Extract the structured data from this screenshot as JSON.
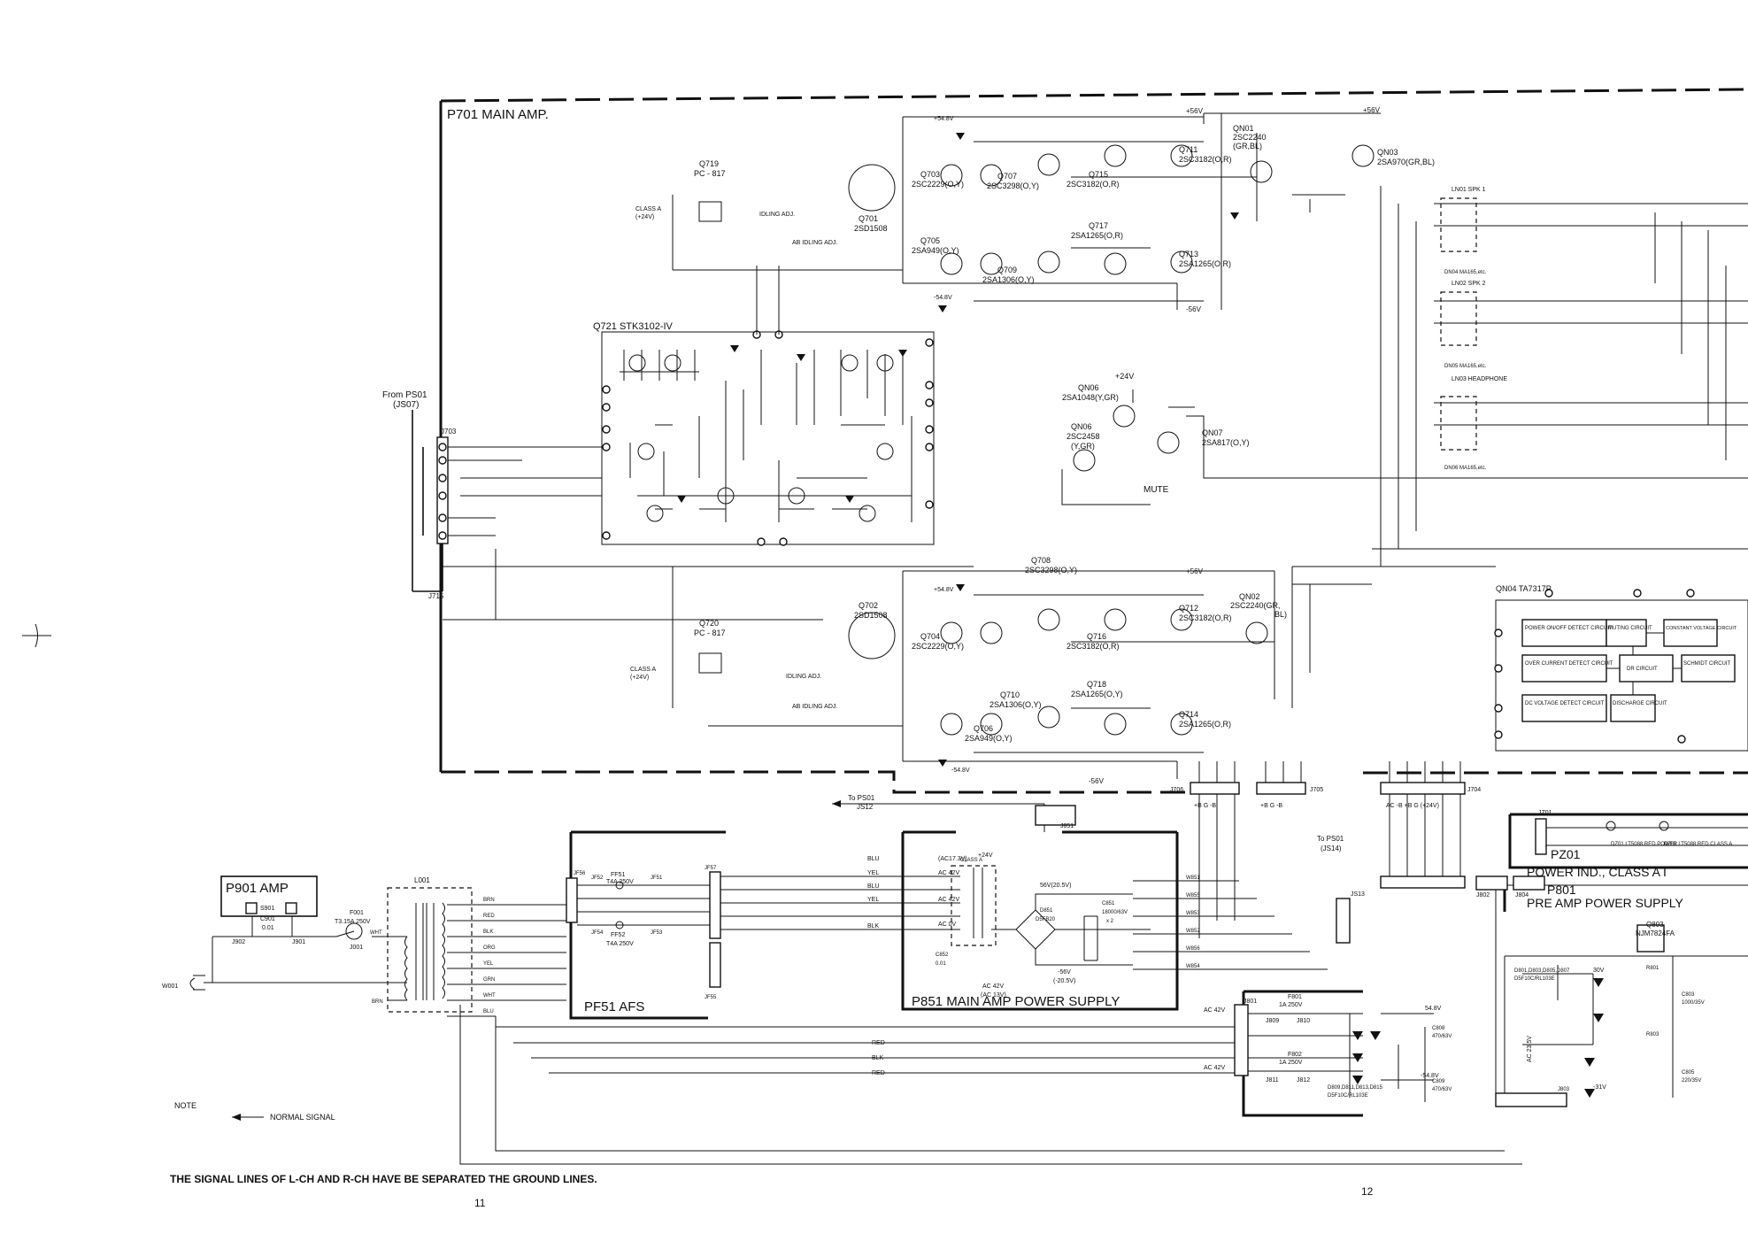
{
  "header": {
    "main_amp": "P701   MAIN AMP.",
    "from_ps01": "From PS01",
    "js07": "(JS07)"
  },
  "ic": {
    "q721": "Q721  STK3102-IV"
  },
  "transistors": {
    "q719": "Q719",
    "q719_type": "PC - 817",
    "q720": "Q720",
    "q720_type": "PC - 817",
    "q701": "Q701",
    "q701_type": "2SD1508",
    "q702": "Q702",
    "q702_type": "2SD1508",
    "q703": "Q703",
    "q703_type": "2SC2229(O,Y)",
    "q704": "Q704",
    "q704_type": "2SC2229(O,Y)",
    "q705": "Q705",
    "q705_type": "2SA949(O,Y)",
    "q706": "Q706",
    "q706_type": "2SA949(O,Y)",
    "q707": "Q707",
    "q707_type": "2SC3298(O,Y)",
    "q708": "Q708",
    "q708_type": "2SC3298(O,Y)",
    "q709": "Q709",
    "q709_type": "2SA1306(O,Y)",
    "q710": "Q710",
    "q710_type": "2SA1306(O,Y)",
    "q711": "Q711",
    "q711_type": "2SC3182(O,R)",
    "q712": "Q712",
    "q712_type": "2SC3182(O,R)",
    "q713": "Q713",
    "q713_type": "2SA1265(O,R)",
    "q714": "Q714",
    "q714_type": "2SA1265(O,R)",
    "q715": "Q715",
    "q715_type": "2SC3182(O,R)",
    "q716": "Q716",
    "q716_type": "2SC3182(O,R)",
    "q717": "Q717",
    "q717_type": "2SA1265(O,R)",
    "q718": "Q718",
    "q718_type": "2SA1265(O,Y)",
    "qn01": "QN01",
    "qn01_type": "2SC2240",
    "qn01_sub": "(GR,BL)",
    "qn02": "QN02",
    "qn02_type": "2SC2240(GR,",
    "qn02_sub": "BL)",
    "qn03": "QN03",
    "qn03_type": "2SA970(GR,BL)",
    "qn04": "QN04  TA7317P",
    "qn06a": "QN06",
    "qn06a_type": "2SA1048(Y,GR)",
    "qn06b": "QN06",
    "qn06b_type": "2SC2458",
    "qn06b_sub": "(Y,GR)",
    "qn07": "QN07",
    "qn07_type": "2SA817(O,Y)",
    "mute": "MUTE"
  },
  "rails": {
    "p56v": "+56V",
    "m56v": "-56V",
    "p54_8v": "+54.8V",
    "m54_8v": "-54.8V",
    "p24v": "+24V",
    "class_a": "CLASS A",
    "class_a_24": "(+24V)",
    "idling_adj": "IDLING ADJ.",
    "ab_idling": "AB IDLING ADJ."
  },
  "qn04_blocks": [
    "POWER ON/OFF DETECT CIRCUIT",
    "MUTING CIRCUIT",
    "CONSTANT VOLTAGE CIRCUIT",
    "OVER CURRENT DETECT CIRCUIT",
    "DR CIRCUIT",
    "SCHMIDT CIRCUIT",
    "DC VOLTAGE DETECT CIRCUIT",
    "DISCHARGE CIRCUIT"
  ],
  "outputs": {
    "ln01": "LN01  SPK 1",
    "ln02": "LN02  SPK 2",
    "ln03": "LN03  HEADPHONE",
    "dn04": "DN04  MA165,etc.",
    "dn05": "DN05  MA165,etc.",
    "dn06": "DN06  MA165,etc."
  },
  "connectors": {
    "j703": "J703",
    "j715": "J715",
    "j706": "J706",
    "j705": "J705",
    "j704": "J704",
    "j706_pins": "+B  G  -B",
    "j705_pins": "+B  G  -B",
    "j704_pins": "AC  -B  +B  G  (+24V)",
    "to_ps01_js12": "To PS01",
    "js12": "JS12",
    "to_ps01_js14": "To PS01",
    "js14": "(JS14)",
    "js13": "JS13",
    "j802": "J802",
    "j804": "J804",
    "j803": "J803",
    "jz01": "JZ01",
    "j851": "J851",
    "jf56": "JF56",
    "jf57": "JF57",
    "jf55": "JF55"
  },
  "power_boards": {
    "p901": "P901   AMP",
    "pf51": "PF51   AFS",
    "p851": "P851  MAIN AMP POWER SUPPLY",
    "pz01": "PZ01",
    "pz01_desc": "POWER IND., CLASS A I",
    "p801": "P801",
    "p801_desc": "PRE AMP POWER SUPPLY",
    "q803": "Q803",
    "q803_type": "NJM7824FA",
    "dz01": "DZ01 LT5088 RED POWER",
    "dz02": "DZ02 LT5088 RED CLASS A"
  },
  "transformer": {
    "l001": "L001",
    "f001": "F001",
    "f001_rating": "T3.15A 250V",
    "wires_left": [
      "BRN",
      "RED",
      "BLK",
      "ORG",
      "YEL",
      "GRN",
      "WHT",
      "BLU"
    ],
    "wht": "WHT",
    "brn": "BRN",
    "w001": "W001",
    "j001": "J001",
    "j902": "J902",
    "j901": "J901",
    "s901": "S901",
    "c901": "C901",
    "c901_val": "0.01"
  },
  "afs_fuses": {
    "ff51": "FF51",
    "ff51_val": "T4A 250V",
    "ff52": "FF52",
    "ff52_val": "T4A 250V",
    "jf51": "JF51",
    "jf52": "JF52",
    "jf53": "JF53",
    "jf54": "JF54"
  },
  "supply_wires": {
    "blu": "BLU",
    "yel": "YEL",
    "blk": "BLK",
    "ac17": "(AC17.3V)",
    "ac42a": "AC 42V",
    "ac42b": "AC 42V",
    "ac0": "AC 0V",
    "w851": "W851",
    "w855": "W855",
    "w853": "W853",
    "w852": "W852",
    "w856": "W856",
    "w854": "W854",
    "d851": "D851",
    "d851_type": "D5FB20",
    "c851": "C851",
    "c851_val": "18000/63V",
    "c851_x2": "x 2",
    "c852": "C852",
    "c852_val": "0.01",
    "v56": "56V(20.5V)",
    "vm56": "-56V",
    "vm56b": "(-20.5V)",
    "ac42v": "AC 42V",
    "ac13v": "(AC 13V)"
  },
  "p801_parts": {
    "f801": "F801",
    "f801_val": "1A 250V",
    "f802": "F802",
    "f802_val": "1A 250V",
    "j801": "J801",
    "j809": "J809",
    "j810": "J810",
    "j811": "J811",
    "j812": "J812",
    "diodes": "D809,D811,D813,D815",
    "diodes_type": "D5F10C/RL103E",
    "diodes2": "D801,D803,D805,D807",
    "diodes2_type": "D5F10C/RL103E",
    "c808": "C808",
    "c808_val": "470/63V",
    "c809": "C809",
    "c809_val": "470/63V",
    "c803": "C803",
    "c803_val": "1000/35V",
    "c805": "C805",
    "c805_val": "220/35V",
    "r801": "R801",
    "r803": "R803",
    "p54_8": "54.8V",
    "m54_8": "-54.8V",
    "ac42a": "AC 42V",
    "ac42b": "AC 42V",
    "red": "RED",
    "blk": "BLK",
    "red2": "RED",
    "ac23": "AC 23.5V",
    "v30": "30V",
    "vm31": "-31V"
  },
  "note": {
    "label": "NOTE",
    "normal_signal": "NORMAL SIGNAL",
    "separation": "THE SIGNAL LINES OF L-CH AND R-CH HAVE BE SEPARATED THE GROUND LINES."
  },
  "page_numbers": {
    "left": "11",
    "right": "12"
  }
}
